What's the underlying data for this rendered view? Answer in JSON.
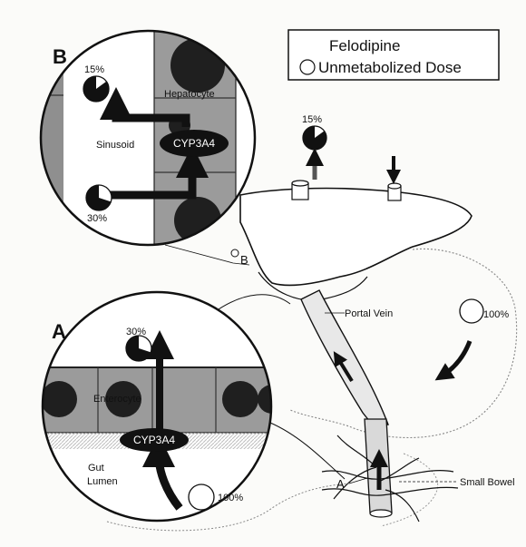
{
  "legend": {
    "title": "Felodipine",
    "item": "Unmetabolized Dose"
  },
  "panel_b": {
    "letter": "B",
    "hepatocyte_label": "Hepatocyte",
    "sinusoid_label": "Sinusoid",
    "enzyme_label": "CYP3A4",
    "output_percent": "15%",
    "input_percent": "30%"
  },
  "panel_a": {
    "letter": "A",
    "enterocyte_label": "Enterocyte",
    "enzyme_label": "CYP3A4",
    "gut_lumen_label": "Gut\nLumen",
    "output_percent": "30%",
    "input_percent": "100%"
  },
  "anatomy": {
    "liver_output_percent": "15%",
    "portal_vein_label": "Portal Vein",
    "stomach_dose_percent": "100%",
    "small_bowel_label": "Small Bowel",
    "marker_a": "A",
    "marker_b": "B"
  },
  "doses": {
    "panel_b_output": 0.15,
    "panel_b_input": 0.3,
    "panel_a_output": 0.3,
    "panel_a_input": 1.0,
    "liver_output": 0.15,
    "stomach_dose": 1.0
  },
  "colors": {
    "ink": "#111111",
    "cell_fill": "#9b9b9b",
    "nucleus": "#222222",
    "lens_fill": "#ffffff",
    "enzyme": "#111111"
  }
}
